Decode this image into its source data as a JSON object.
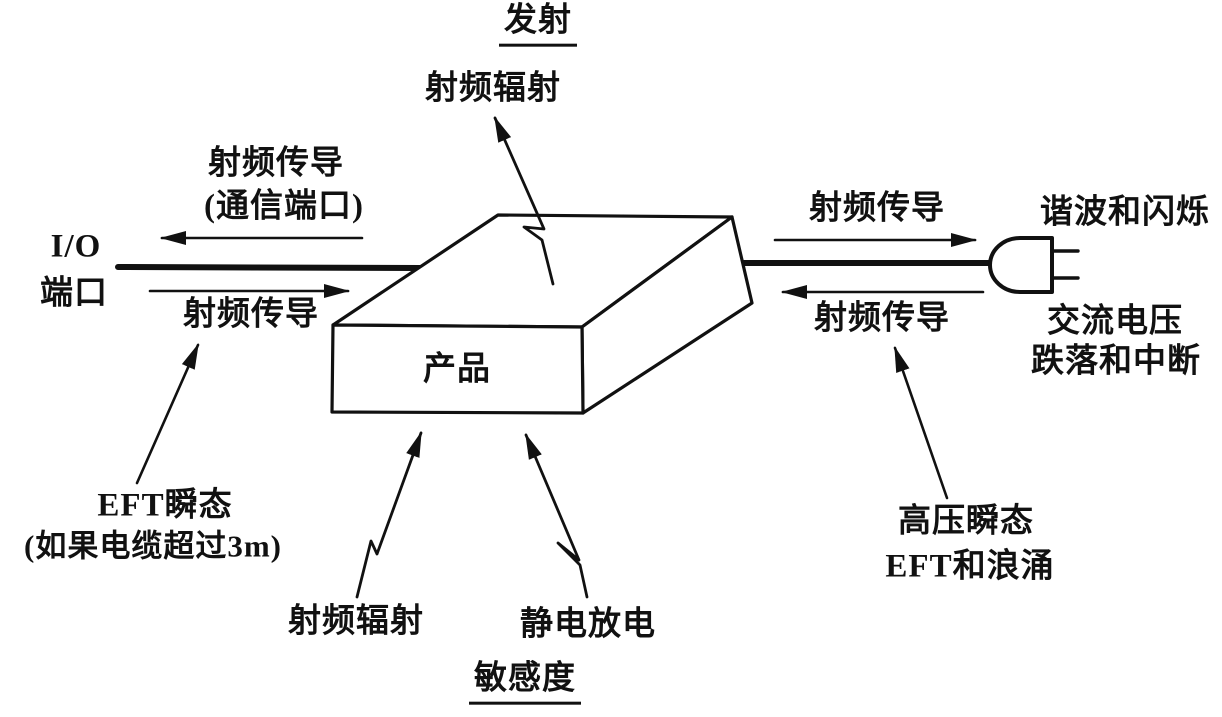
{
  "canvas": {
    "background": "#ffffff",
    "ink": "#111111"
  },
  "emission": {
    "title": "发射",
    "rf_radiation": "射频辐射"
  },
  "io_port": {
    "name_line1": "I/O",
    "name_line2": "端口",
    "outgoing_line1": "射频传导",
    "outgoing_line2": "(通信端口)",
    "incoming": "射频传导"
  },
  "product": {
    "label": "产品"
  },
  "power_port": {
    "outgoing": "射频传导",
    "incoming": "射频传导",
    "harmonics_flicker": "谐波和闪烁",
    "ac_dips_line1": "交流电压",
    "ac_dips_line2": "跌落和中断",
    "hv_transient_line1": "高压瞬态",
    "hv_transient_line2": "EFT和浪涌"
  },
  "susceptibility": {
    "title": "敏感度",
    "eft_line1": "EFT瞬态",
    "eft_line2": "(如果电缆超过3m)",
    "rf_radiation": "射频辐射",
    "esd": "静电放电"
  }
}
